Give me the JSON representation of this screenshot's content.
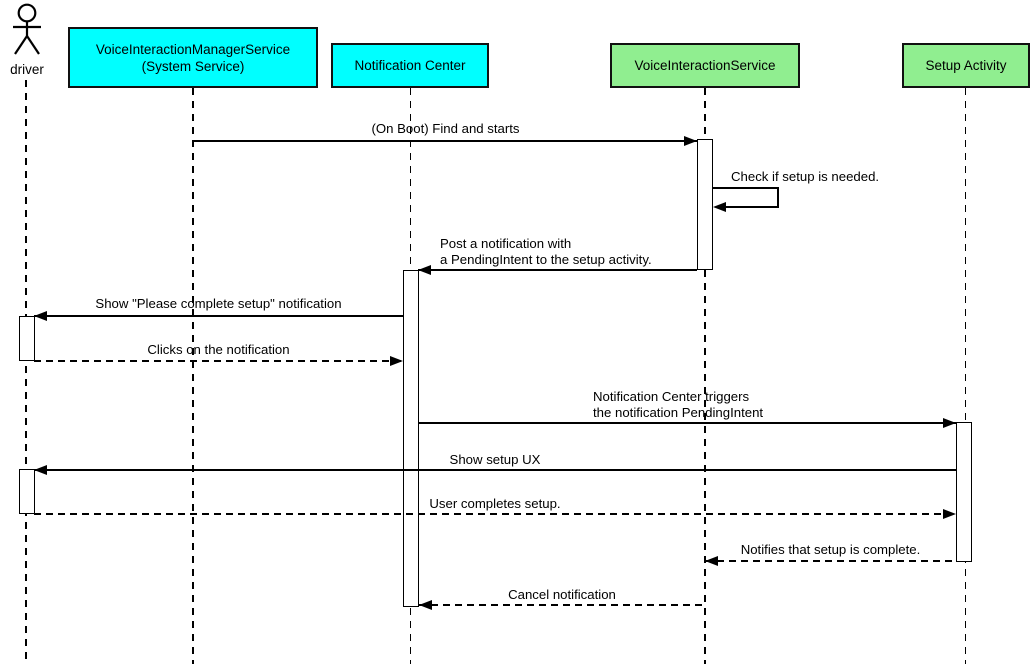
{
  "diagram_type": "uml-sequence-diagram",
  "actor": {
    "label": "driver"
  },
  "participants": [
    {
      "id": "voice-interaction-manager-service",
      "line1": "VoiceInteractionManagerService",
      "line2": "(System Service)",
      "fill": "#00ffff"
    },
    {
      "id": "notification-center",
      "line1": "Notification Center",
      "fill": "#00ffff"
    },
    {
      "id": "voice-interaction-service",
      "line1": "VoiceInteractionService",
      "fill": "#90ee90"
    },
    {
      "id": "setup-activity",
      "line1": "Setup Activity",
      "fill": "#90ee90"
    }
  ],
  "messages": [
    {
      "n": 1,
      "from": "VoiceInteractionManagerService",
      "to": "VoiceInteractionService",
      "style": "solid",
      "label": "(On Boot) Find and starts"
    },
    {
      "n": 2,
      "from": "VoiceInteractionService",
      "to": "VoiceInteractionService",
      "style": "solid",
      "label": "Check if setup is needed."
    },
    {
      "n": 3,
      "from": "VoiceInteractionService",
      "to": "Notification Center",
      "style": "solid",
      "line1": "Post a notification with",
      "line2": "a PendingIntent to the setup activity."
    },
    {
      "n": 4,
      "from": "Notification Center",
      "to": "driver",
      "style": "solid",
      "label": "Show \"Please complete setup\" notification"
    },
    {
      "n": 5,
      "from": "driver",
      "to": "Notification Center",
      "style": "dashed",
      "label": "Clicks on the notification"
    },
    {
      "n": 6,
      "from": "Notification Center",
      "to": "Setup Activity",
      "style": "solid",
      "line1": "Notification Center triggers",
      "line2": "the notification PendingIntent"
    },
    {
      "n": 7,
      "from": "Setup Activity",
      "to": "driver",
      "style": "solid",
      "label": "Show setup UX"
    },
    {
      "n": 8,
      "from": "driver",
      "to": "Setup Activity",
      "style": "dashed",
      "label": "User completes setup."
    },
    {
      "n": 9,
      "from": "Setup Activity",
      "to": "VoiceInteractionService",
      "style": "dashed",
      "label": "Notifies that setup is complete."
    },
    {
      "n": 10,
      "from": "VoiceInteractionService",
      "to": "Notification Center",
      "style": "dashed",
      "label": "Cancel notification"
    }
  ],
  "colors": {
    "system_participant": "#00ffff",
    "app_participant": "#90ee90",
    "line": "#000000",
    "background": "#ffffff"
  }
}
